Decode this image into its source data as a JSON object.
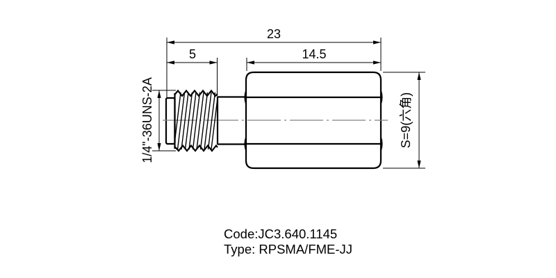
{
  "drawing": {
    "title_hint": "coaxial adapter dimension drawing",
    "dimensions": {
      "overall_length": "23",
      "thread_length": "5",
      "body_length": "14.5",
      "thread_spec": "1/4\"-36UNS-2A",
      "hex_size": "S=9(六角)"
    },
    "footer": {
      "code": "Code:JC3.640.1145",
      "type": "Type: RPSMA/FME-JJ"
    },
    "colors": {
      "line": "#000000",
      "centerline": "#808080",
      "background": "#ffffff"
    }
  }
}
